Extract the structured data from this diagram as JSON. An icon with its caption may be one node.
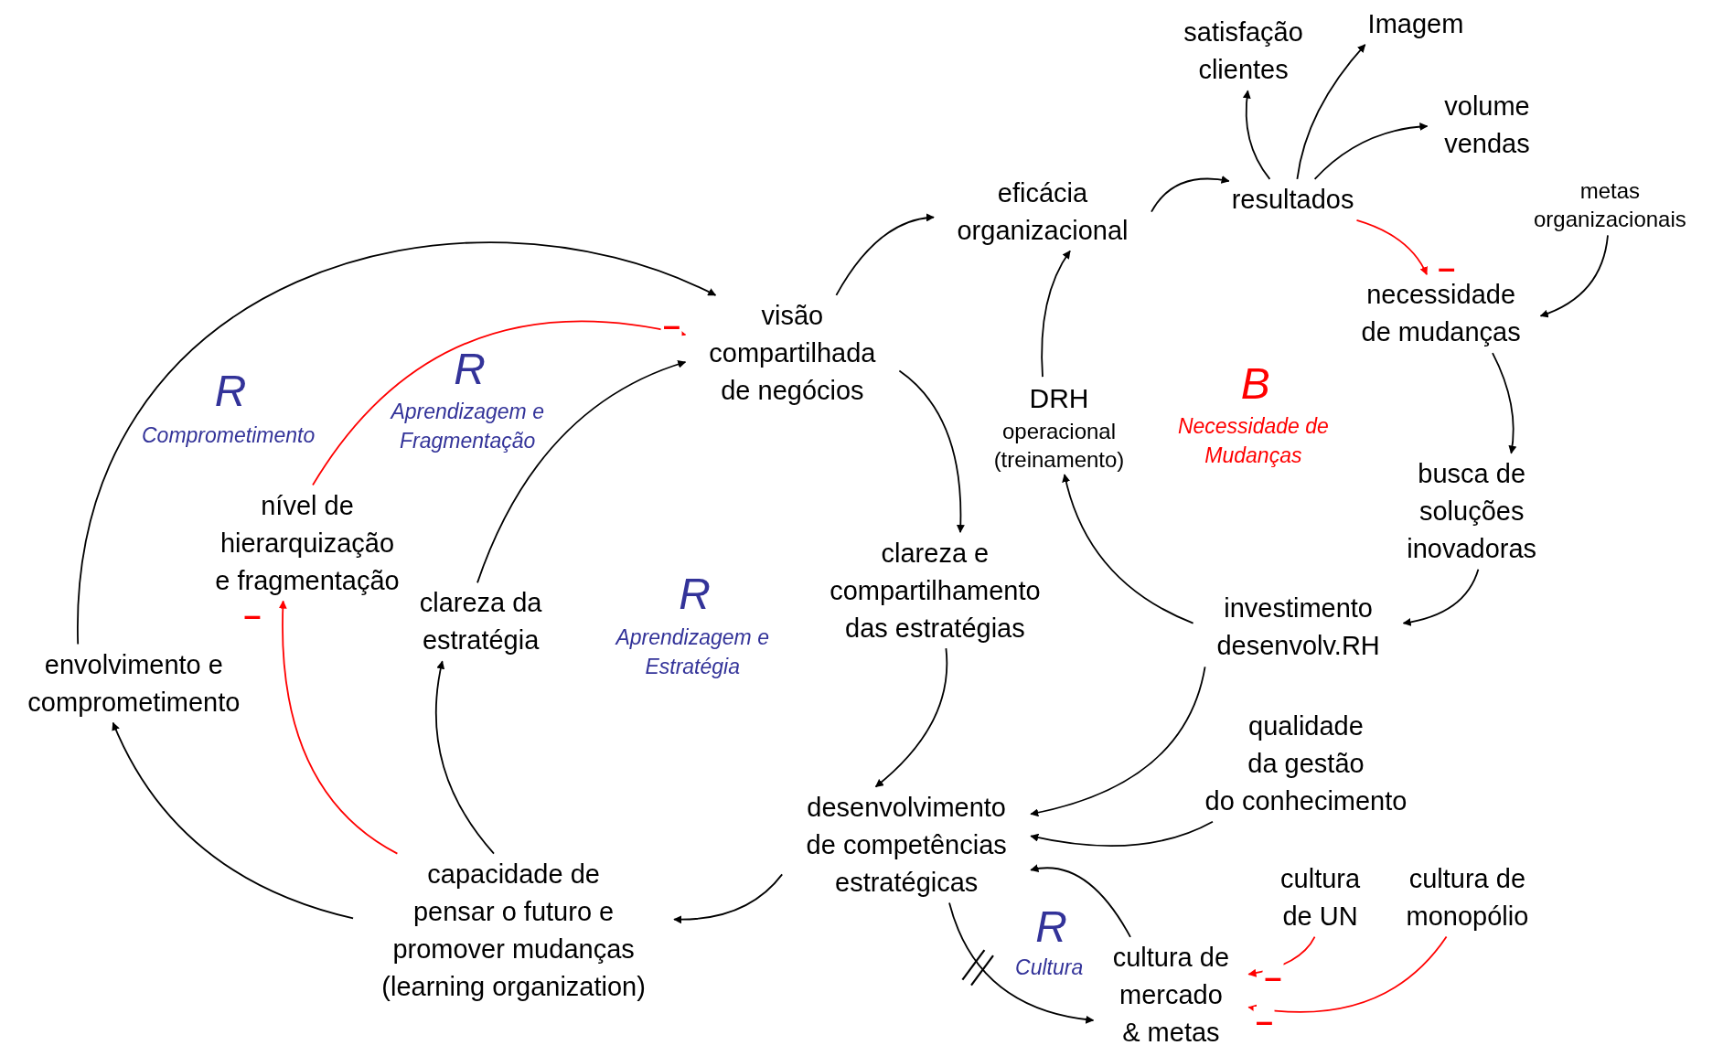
{
  "diagram": {
    "nodes": [
      {
        "text": [
          "satisfação clientes"
        ]
      },
      {
        "text": [
          "Imagem"
        ]
      },
      {
        "text": [
          "volume vendas"
        ]
      },
      {
        "text": [
          "eficácia organizacional"
        ]
      },
      {
        "text": [
          "resultados"
        ]
      },
      {
        "text": [
          "metas organizacionais"
        ]
      },
      {
        "text": [
          "necessidade de mudanças"
        ]
      },
      {
        "text": [
          "visão compartilhada de negócios"
        ]
      },
      {
        "text": [
          "DRH",
          "operacional (treinamento)"
        ]
      },
      {
        "text": [
          "busca de soluções inovadoras"
        ]
      },
      {
        "text": [
          "nível de hierarquização e fragmentação"
        ]
      },
      {
        "text": [
          "clareza da estratégia"
        ]
      },
      {
        "text": [
          "clareza e compartilhamento das estratégias"
        ]
      },
      {
        "text": [
          "investimento desenvolv.RH"
        ]
      },
      {
        "text": [
          "envolvimento e comprometimento"
        ]
      },
      {
        "text": [
          "qualidade da gestão do conhecimento"
        ]
      },
      {
        "text": [
          "desenvolvimento de competências estratégicas"
        ]
      },
      {
        "text": [
          "capacidade de pensar o futuro e promover mudanças (learning organization)"
        ]
      },
      {
        "text": [
          "cultura de UN"
        ]
      },
      {
        "text": [
          "cultura de monopólio"
        ]
      },
      {
        "text": [
          "cultura de mercado & metas"
        ]
      }
    ],
    "edges": [
      {
        "from": 4,
        "to": 0,
        "arrow": "to"
      },
      {
        "from": 4,
        "to": 1,
        "arrow": "to"
      },
      {
        "from": 4,
        "to": 2,
        "arrow": "to"
      },
      {
        "from": 3,
        "to": 4,
        "arrow": "to"
      },
      {
        "from": 7,
        "to": 3,
        "arrow": "to"
      },
      {
        "from": 8,
        "to": 3,
        "arrow": "to"
      },
      {
        "from": 4,
        "to": 6,
        "arrow": "to",
        "label": "–",
        "color": "#ff0000"
      },
      {
        "from": 5,
        "to": 6,
        "arrow": "to"
      },
      {
        "from": 6,
        "to": 9,
        "arrow": "to"
      },
      {
        "from": 9,
        "to": 13,
        "arrow": "to"
      },
      {
        "from": 13,
        "to": 8,
        "arrow": "to"
      },
      {
        "from": 13,
        "to": 16,
        "arrow": "to"
      },
      {
        "from": 15,
        "to": 16,
        "arrow": "to"
      },
      {
        "from": 20,
        "to": 16,
        "arrow": "to"
      },
      {
        "from": 16,
        "to": 17,
        "arrow": "to"
      },
      {
        "from": 16,
        "to": 20,
        "arrow": "to"
      },
      {
        "from": 7,
        "to": 12,
        "arrow": "to"
      },
      {
        "from": 12,
        "to": 16,
        "arrow": "to"
      },
      {
        "from": 17,
        "to": 11,
        "arrow": "to"
      },
      {
        "from": 11,
        "to": 7,
        "arrow": "to"
      },
      {
        "from": 17,
        "to": 10,
        "arrow": "to",
        "label": "–",
        "color": "#ff0000"
      },
      {
        "from": 10,
        "to": 7,
        "arrow": "to",
        "label": "–",
        "color": "#ff0000"
      },
      {
        "from": 17,
        "to": 14,
        "arrow": "to"
      },
      {
        "from": 14,
        "to": 7,
        "arrow": "to"
      },
      {
        "from": 18,
        "to": 20,
        "arrow": "to",
        "label": "–",
        "color": "#ff0000"
      },
      {
        "from": 19,
        "to": 20,
        "arrow": "to",
        "label": "–",
        "color": "#ff0000"
      }
    ],
    "labels": [
      "R",
      "Comprometimento",
      "R",
      "Aprendizagem e Fragmentação",
      "B",
      "Necessidade de Mudanças",
      "R",
      "Aprendizagem e Estratégia",
      "R",
      "Cultura"
    ]
  }
}
